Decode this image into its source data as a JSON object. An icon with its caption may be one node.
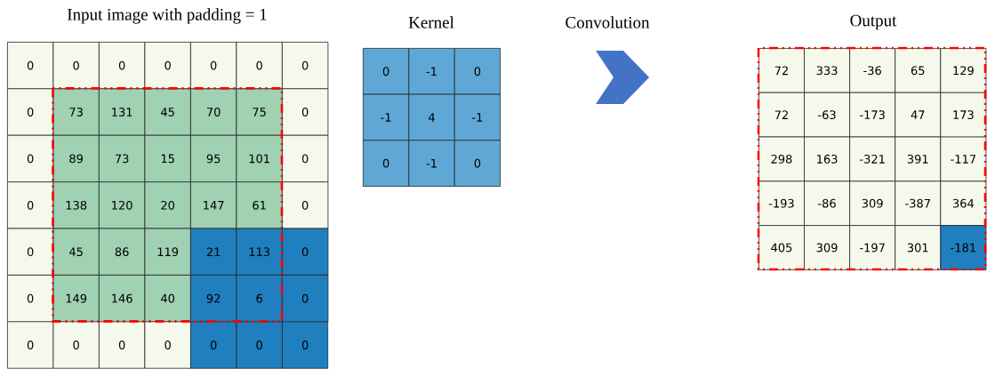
{
  "diagram": {
    "labels": [
      "Input image with padding = 1",
      "Kernel",
      "Convolution",
      "Output",
      "0",
      "0",
      "0",
      "0",
      "0",
      "0",
      "0",
      "0",
      "73",
      "131",
      "45",
      "70",
      "75",
      "0",
      "0",
      "89",
      "73",
      "15",
      "95",
      "101",
      "0",
      "0",
      "138",
      "120",
      "20",
      "147",
      "61",
      "0",
      "0",
      "45",
      "86",
      "119",
      "21",
      "113",
      "0",
      "0",
      "149",
      "146",
      "40",
      "92",
      "6",
      "0",
      "0",
      "0",
      "0",
      "0",
      "0",
      "0",
      "0",
      "0",
      "-1",
      "0",
      "-1",
      "4",
      "-1",
      "0",
      "-1",
      "0",
      "72",
      "333",
      "-36",
      "65",
      "129",
      "72",
      "-63",
      "-173",
      "47",
      "173",
      "298",
      "163",
      "-321",
      "391",
      "-117",
      "-193",
      "-86",
      "309",
      "-387",
      "364",
      "405",
      "309",
      "-197",
      "301",
      "-181"
    ]
  }
}
